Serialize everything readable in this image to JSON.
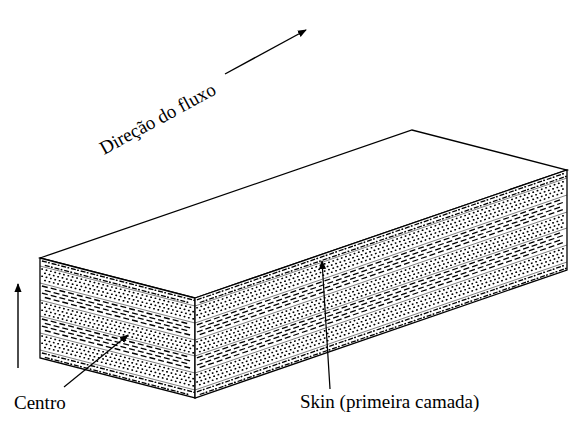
{
  "diagram": {
    "labels": [
      "Direção do fluxo",
      "Skin (primeira camada)",
      "Centro"
    ]
  }
}
